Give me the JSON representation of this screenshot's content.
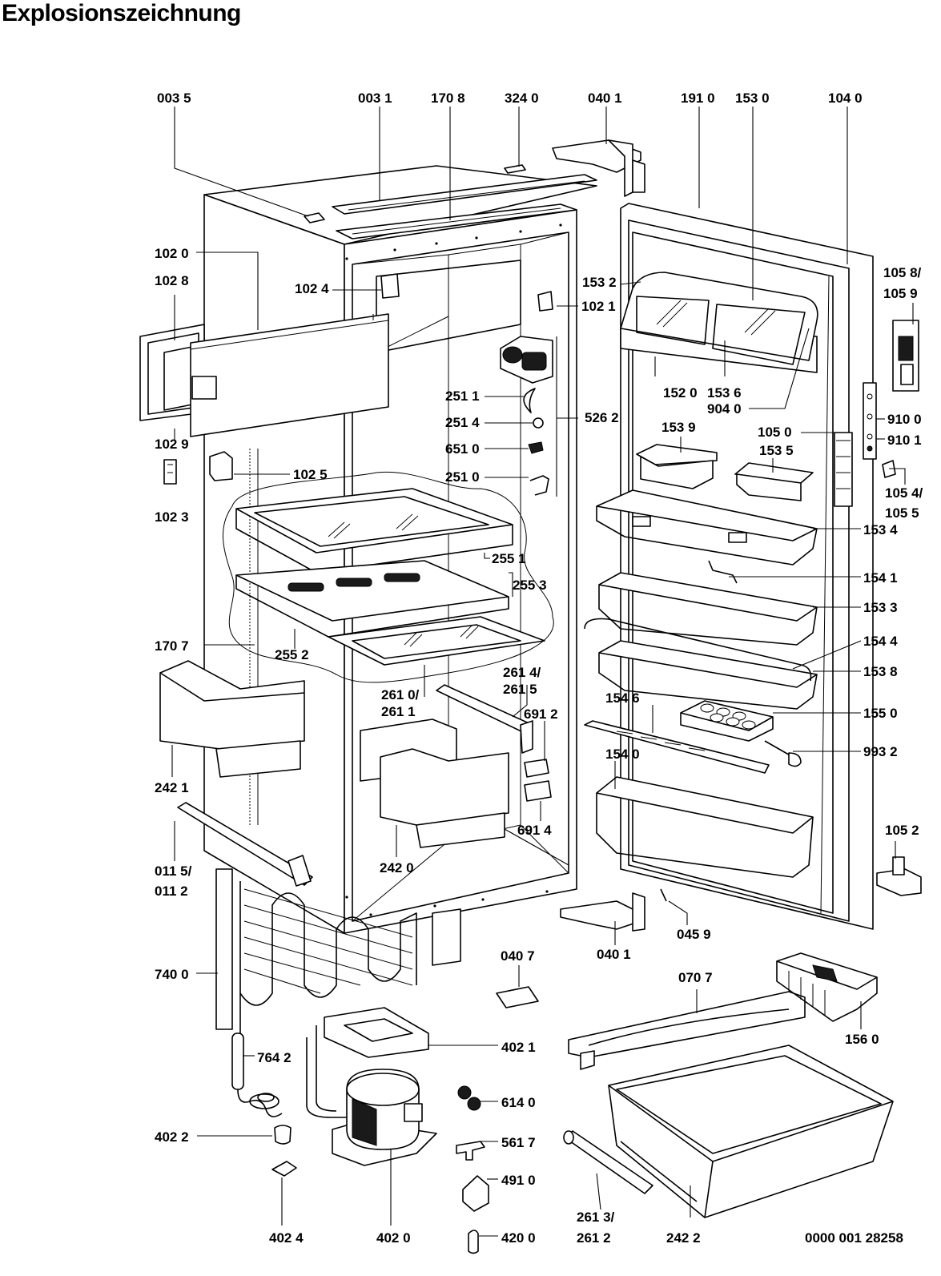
{
  "title": "Explosionszeichnung",
  "document_number": "0000 001 28258",
  "parts": {
    "p0035": "003 5",
    "p0031": "003 1",
    "p1708": "170 8",
    "p3240": "324 0",
    "p0401_top": "040 1",
    "p1910": "191 0",
    "p1530": "153 0",
    "p1040": "104 0",
    "p1020": "102 0",
    "p1028": "102 8",
    "p1024": "102 4",
    "p1532": "153 2",
    "p1021": "102 1",
    "p1058a": "105 8/",
    "p1059": "105 9",
    "p2511": "251 1",
    "p2514": "251 4",
    "p6510": "651 0",
    "p2510": "251 0",
    "p5262": "526 2",
    "p1520": "152 0",
    "p1536": "153 6",
    "p9040": "904 0",
    "p1029": "102 9",
    "p1539": "153 9",
    "p1050": "105 0",
    "p1535": "153 5",
    "p9100": "910 0",
    "p9101": "910 1",
    "p1025": "102 5",
    "p1023": "102 3",
    "p1054a": "105 4/",
    "p1055": "105 5",
    "p1534": "153 4",
    "p2551": "255 1",
    "p2553": "255 3",
    "p1541": "154 1",
    "p1533": "153 3",
    "p1707": "170 7",
    "p2552": "255 2",
    "p1544": "154 4",
    "p1538": "153 8",
    "p2614a": "261 4/",
    "p2615": "261 5",
    "p2610a": "261 0/",
    "p2611": "261 1",
    "p6912": "691 2",
    "p1546": "154 6",
    "p1550": "155 0",
    "p9932": "993 2",
    "p1540": "154 0",
    "p2421": "242 1",
    "p6914": "691 4",
    "p1052": "105 2",
    "p0115a": "011 5/",
    "p0112": "011 2",
    "p2420": "242 0",
    "p0401_bot": "040 1",
    "p0459": "045 9",
    "p0407": "040 7",
    "p0707": "070 7",
    "p7400": "740 0",
    "p1560": "156 0",
    "p7642": "764 2",
    "p4021": "402 1",
    "p6140": "614 0",
    "p4022": "402 2",
    "p5617": "561 7",
    "p4910": "491 0",
    "p2613a": "261 3/",
    "p2612": "261 2",
    "p2422": "242 2",
    "p4024": "402 4",
    "p4020": "402 0",
    "p4200": "420 0"
  }
}
